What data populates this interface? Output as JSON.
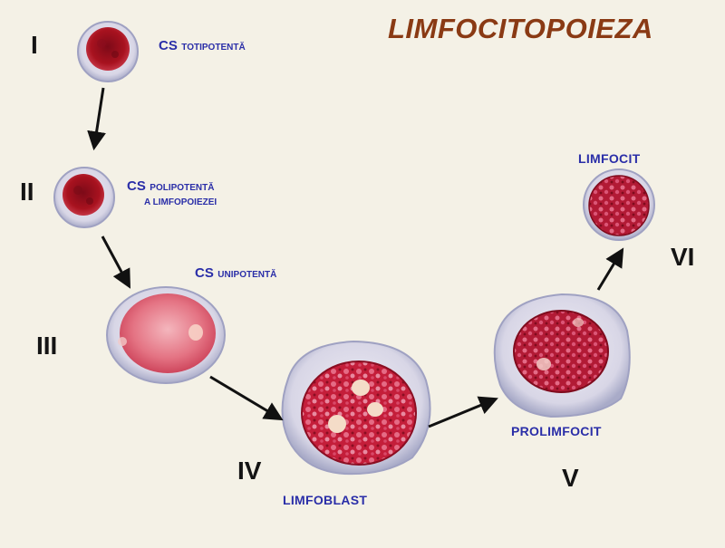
{
  "title": "LIMFOCITOPOIEZA",
  "stages": [
    {
      "roman": "I",
      "label_main": "CS",
      "label_sub": "TOTIPOTENTĂ",
      "label_sub2": ""
    },
    {
      "roman": "II",
      "label_main": "CS",
      "label_sub": "POLIPOTENTĂ",
      "label_sub2": "A LIMFOPOIEZEI"
    },
    {
      "roman": "III",
      "label_main": "CS",
      "label_sub": "UNIPOTENTĂ",
      "label_sub2": ""
    },
    {
      "roman": "IV",
      "label_main": "LIMFOBLAST",
      "label_sub": "",
      "label_sub2": ""
    },
    {
      "roman": "V",
      "label_main": "PROLIMFOCIT",
      "label_sub": "",
      "label_sub2": ""
    },
    {
      "roman": "VI",
      "label_main": "LIMFOCIT",
      "label_sub": "",
      "label_sub2": ""
    }
  ],
  "colors": {
    "background": "#f4f1e6",
    "title": "#8a3a14",
    "label": "#2a2ea8",
    "roman": "#141414",
    "cell_border": "#b7b9cf",
    "cytoplasm": "#ddd9e8",
    "nucleus": "#a8121f",
    "nucleus_light": "#d23550",
    "arrow": "#111111"
  }
}
